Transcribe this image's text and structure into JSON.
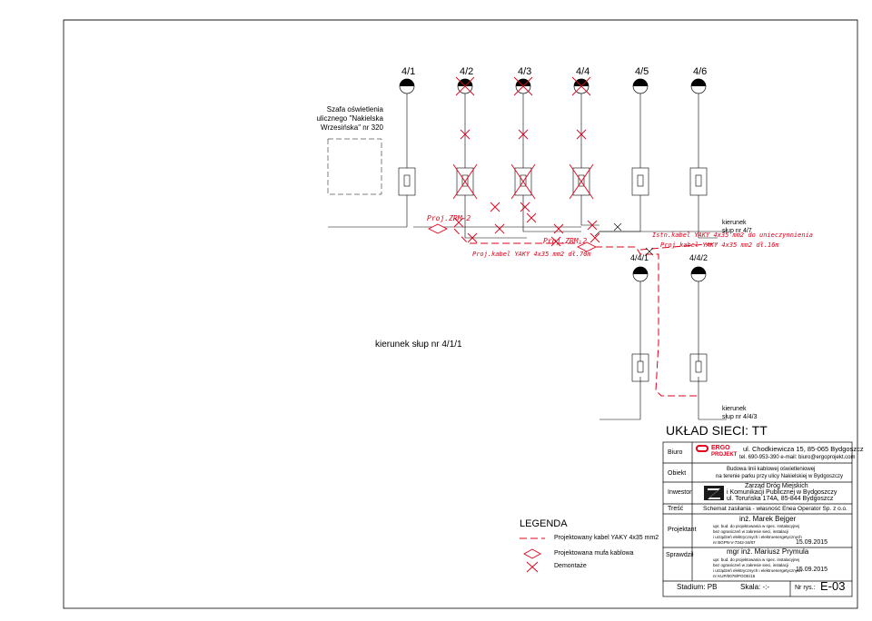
{
  "diagram": {
    "poles_top": [
      "4/1",
      "4/2",
      "4/3",
      "4/4",
      "4/5",
      "4/6"
    ],
    "poles_mid": [
      "4/4/1",
      "4/4/2"
    ],
    "cabinet_label": "Szafa oświetlenia ulicznego \"Nakielska Wrzesińska\" nr 320",
    "cabinet_lines": [
      "Szafa oświetlenia",
      "ulicznego \"Nakielska",
      "Wrzesińska\" nr 320"
    ],
    "zrm1": "Proj.ZRM-2",
    "zrm2": "Proj.ZRM-2",
    "cable_70": "Proj.kabel YAKY 4x35 mm2 dł.70m",
    "cable_existing": "Istn.kabel YAKY 4x35 mm2 do unieczynnienia",
    "cable_16": "Proj.kabel YAKY 4x35 mm2 dł.16m",
    "dir_47_line1": "kierunek",
    "dir_47_line2": "słup nr 4/7",
    "dir_411": "kierunek słup nr 4/1/1",
    "dir_443_line1": "kierunek",
    "dir_443_line2": "słup nr 4/4/3",
    "network": "UKŁAD SIECI: TT"
  },
  "legend": {
    "title": "LEGENDA",
    "items": [
      {
        "icon": "dashed-line",
        "label": "Projektowany kabel YAKY 4x35 mm2"
      },
      {
        "icon": "diamond",
        "label": "Projektowana mufa kablowa"
      },
      {
        "icon": "cross",
        "label": "Demontaże"
      }
    ]
  },
  "title_block": {
    "biuro_label": "Biuro",
    "logo_top": "ERGO",
    "logo_bottom": "PROJEKT",
    "address": "ul. Chodkiewicza 15, 85-065 Bydgoszcz",
    "contact": "tel. 690-953-390 e-mail: biuro@ergoprojekt.com",
    "obiekt_label": "Obiekt",
    "obiekt_line1": "Budowa linii kablowej oświetleniowej",
    "obiekt_line2": "na terenie parku przy ulicy Nakielskiej w Bydgoszczy",
    "inwestor_label": "Inwestor",
    "inwestor_line1": "Zarząd Dróg Miejskich",
    "inwestor_line2": "i Komunikacji Publicznej w Bydgoszczy",
    "inwestor_line3": "ul. Toruńska 174A, 85-844 Bydgoszcz",
    "tresc_label": "Treść",
    "tresc": "Schemat zasilania - własność Enea Operator Sp. z o.o.",
    "projektant_label": "Projektant",
    "projektant_name": "inż. Marek Bejger",
    "projektant_q1": "upr. bud. do projektowania w spec. instalacyjnej",
    "projektant_q2": "bez ograniczeń w zakresie sieci, instalacji",
    "projektant_q3": "i urządzeń elektrycznych i elektroenergetycznych",
    "projektant_q4": "nr BGPN-V-7342-34/87",
    "projektant_date": "15.09.2015",
    "sprawdzil_label": "Sprawdził",
    "sprawdzil_name": "mgr inż. Mariusz Prymula",
    "sprawdzil_q1": "upr. bud. do projektowania w spec. instalacyjnej",
    "sprawdzil_q2": "bez ograniczeń w zakresie sieci, instalacji",
    "sprawdzil_q3": "i urządzeń elektrycznych i elektroenergetycznych",
    "sprawdzil_q4": "nr KUP/0078/POOE/15",
    "sprawdzil_date": "15.09.2015",
    "stadium": "Stadium: PB",
    "skala": "Skala: -:-",
    "nr_rys_label": "Nr rys.:",
    "nr_rys": "E-03"
  },
  "colors": {
    "ink": "#000000",
    "proposed": "#e0001a"
  }
}
